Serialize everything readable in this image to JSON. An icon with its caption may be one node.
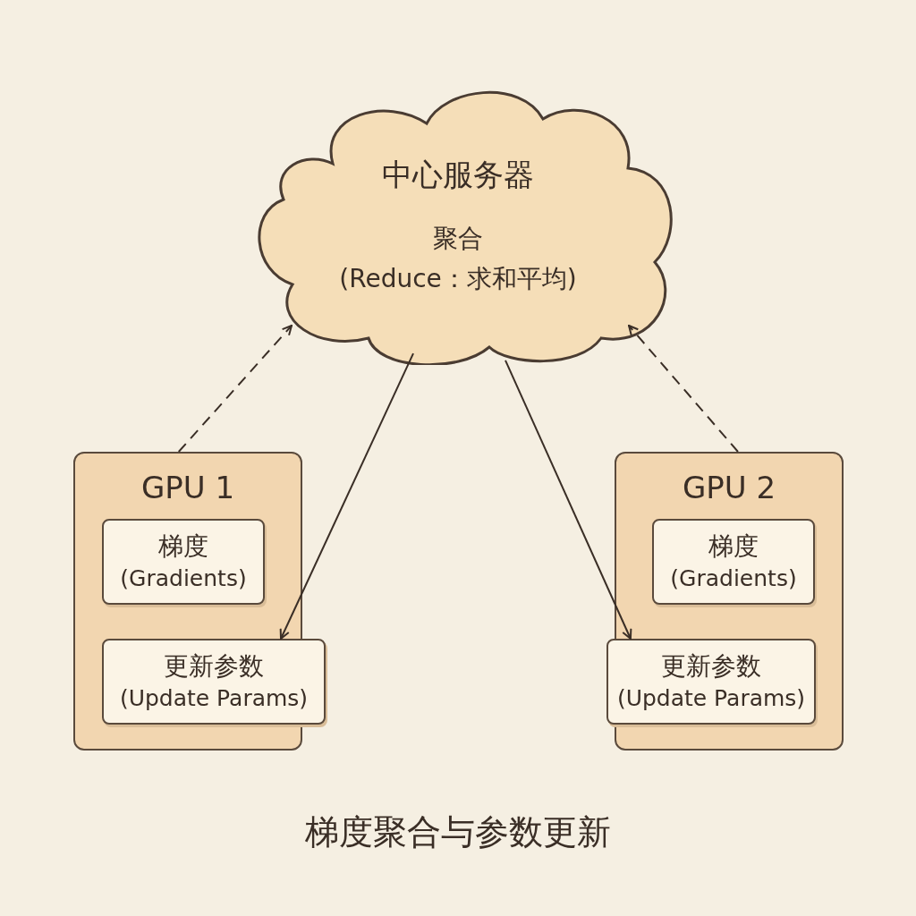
{
  "diagram": {
    "caption": "梯度聚合与参数更新",
    "nodes": [
      {
        "text": [
          "中心服务器",
          "聚合",
          "(Reduce：求和平均)"
        ]
      },
      {
        "text": [
          "GPU 1"
        ]
      },
      {
        "text": [
          "梯度",
          "(Gradients)"
        ],
        "in": 1
      },
      {
        "text": [
          "更新参数",
          "(Update Params)"
        ],
        "in": 1
      },
      {
        "text": [
          "GPU 2"
        ]
      },
      {
        "text": [
          "梯度",
          "(Gradients)"
        ],
        "in": 4
      },
      {
        "text": [
          "更新参数",
          "(Update Params)"
        ],
        "in": 4
      }
    ],
    "edges": [
      {
        "from": 1,
        "to": 0,
        "arrow": "to",
        "style": "dashed"
      },
      {
        "from": 0,
        "to": 3,
        "arrow": "to"
      },
      {
        "from": 0,
        "to": 6,
        "arrow": "to"
      },
      {
        "from": 4,
        "to": 0,
        "arrow": "to",
        "style": "dashed"
      }
    ]
  }
}
